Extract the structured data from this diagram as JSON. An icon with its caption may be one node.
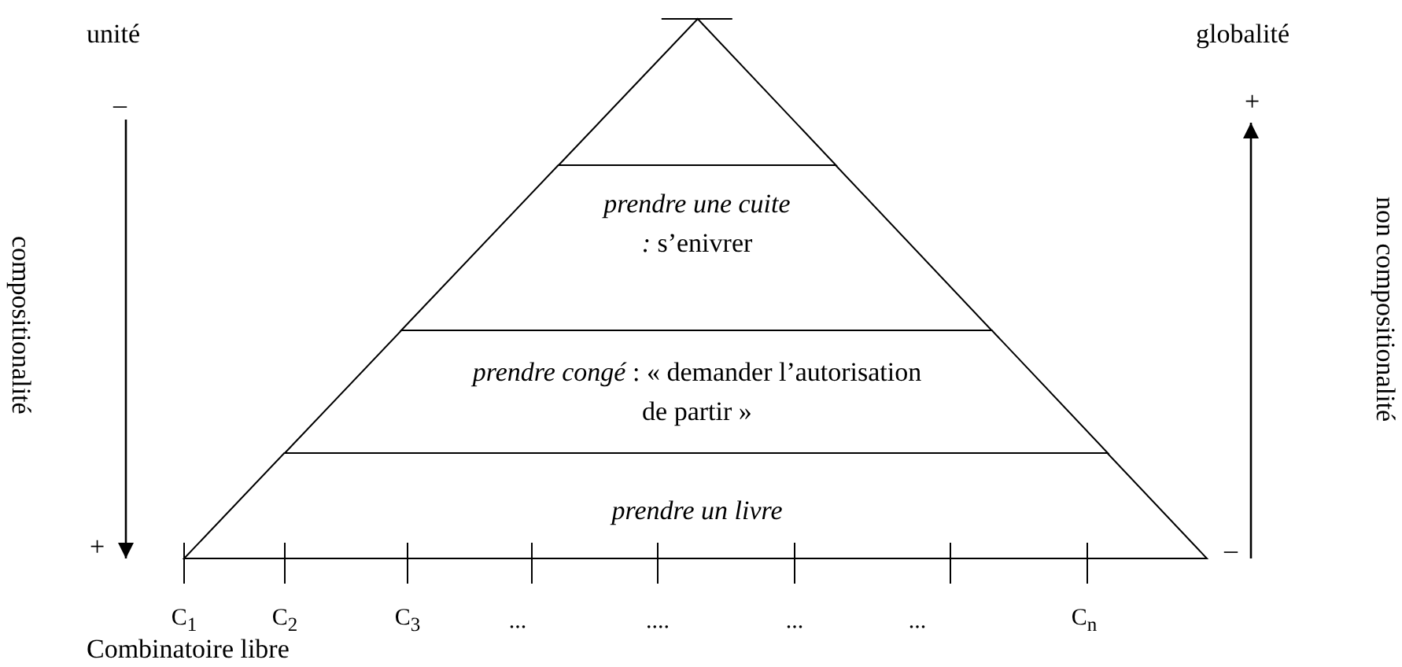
{
  "diagram": {
    "nodes": [
      {
        "text": [],
        "shape": "triangle"
      },
      {
        "text": [
          "*prendre une cuite :* s’enivrer"
        ]
      },
      {
        "text": [
          "*prendre congé* : « demander l’autorisation de partir »"
        ]
      },
      {
        "text": [
          "prendre un livre"
        ]
      }
    ],
    "labels": [
      "unité",
      "globalité",
      "–",
      "+",
      "compositionalité",
      "non compositionalité",
      "+",
      "–",
      "C$_{1}$",
      "C$_{2}$",
      "C$_{3}$",
      "...",
      "....",
      "...",
      "...",
      "C$_{n}$",
      "Combinatoire libre"
    ]
  }
}
